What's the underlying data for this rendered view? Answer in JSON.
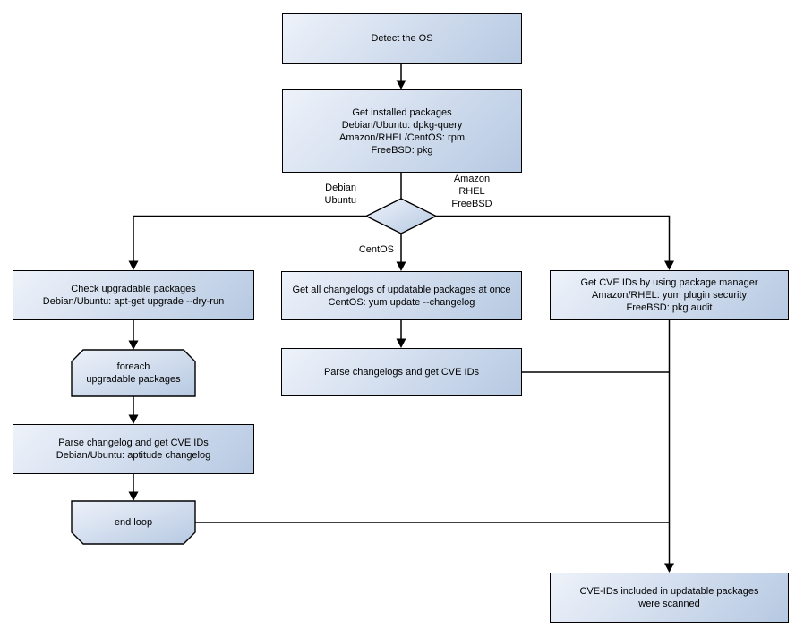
{
  "colors": {
    "node_fill_light": "#eef2fa",
    "node_fill_dark": "#b6c9e2",
    "node_border": "#000000",
    "connector": "#000000",
    "background": "#ffffff",
    "text": "#000000"
  },
  "nodes": {
    "detect_os": {
      "label": "Detect the OS"
    },
    "get_installed_packages": {
      "label": "Get installed packages\nDebian/Ubuntu: dpkg-query\nAmazon/RHEL/CentOS: rpm\nFreeBSD: pkg"
    },
    "check_upgradable": {
      "label": "Check upgradable packages\nDebian/Ubuntu: apt-get upgrade --dry-run"
    },
    "get_all_changelogs": {
      "label": "Get all changelogs of updatable packages at once\nCentOS: yum update --changelog"
    },
    "get_cve_ids_pkg_manager": {
      "label": "Get CVE IDs by using package manager\nAmazon/RHEL: yum plugin security\nFreeBSD: pkg audit"
    },
    "foreach_loop_start": {
      "label": "foreach\nupgradable  packages"
    },
    "parse_changelogs_once": {
      "label": "Parse changelogs and get CVE IDs"
    },
    "parse_changelog_each": {
      "label": "Parse changelog and get  CVE IDs\nDebian/Ubuntu: aptitude changelog"
    },
    "end_loop": {
      "label": "end loop"
    },
    "cve_scanned": {
      "label": "CVE-IDs included in updatable packages\nwere scanned"
    }
  },
  "edge_labels": {
    "debian_ubuntu": "Debian\nUbuntu",
    "amazon_rhel_freebsd": "Amazon\nRHEL\nFreeBSD",
    "centos": "CentOS"
  }
}
